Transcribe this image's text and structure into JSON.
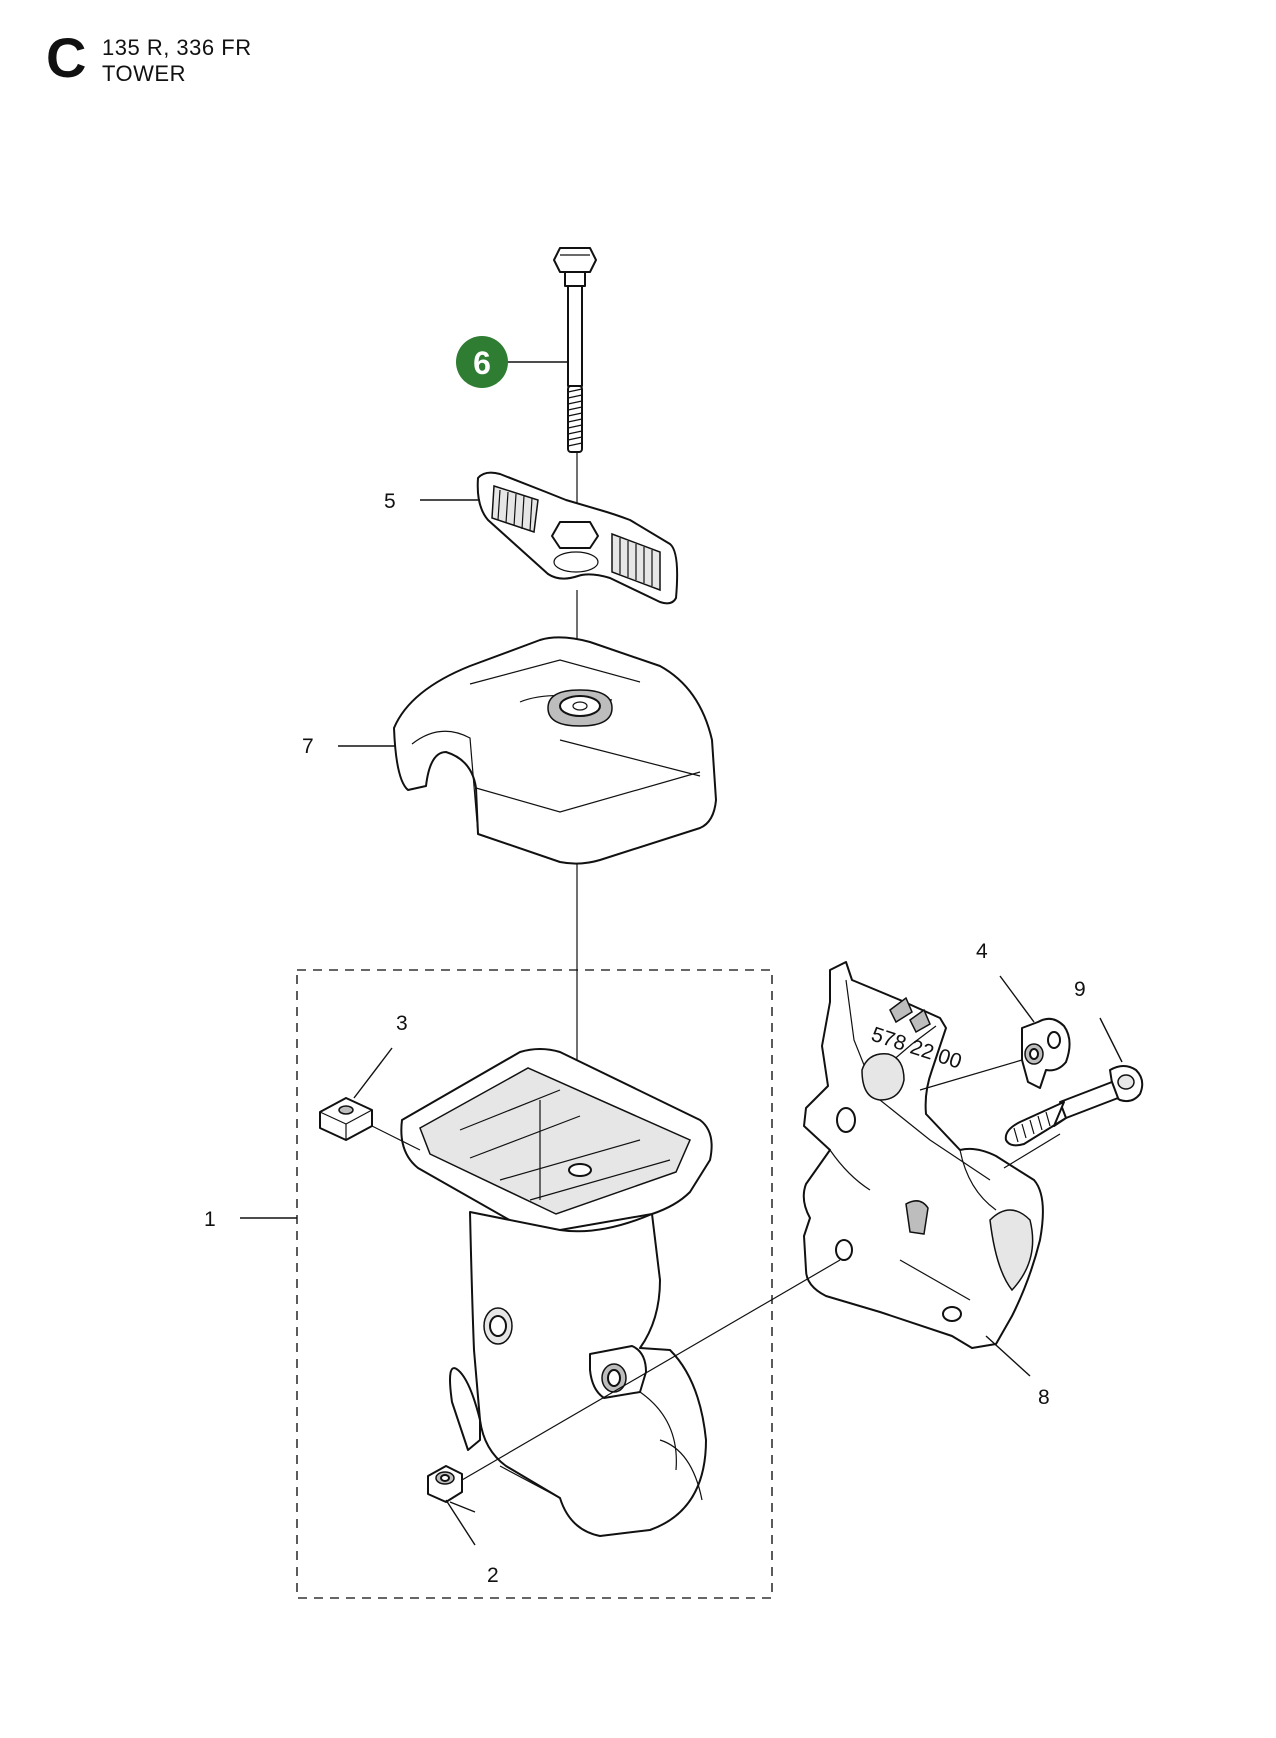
{
  "header": {
    "section_letter": "C",
    "models": "135 R, 336 FR",
    "title": "TOWER"
  },
  "callouts": {
    "c1": "1",
    "c2": "2",
    "c3": "3",
    "c4": "4",
    "c5": "5",
    "c6": "6",
    "c7": "7",
    "c8": "8",
    "c9": "9"
  },
  "highlight": {
    "callout": "6",
    "color": "#2e7d32"
  },
  "part_marking": "578 22 00"
}
